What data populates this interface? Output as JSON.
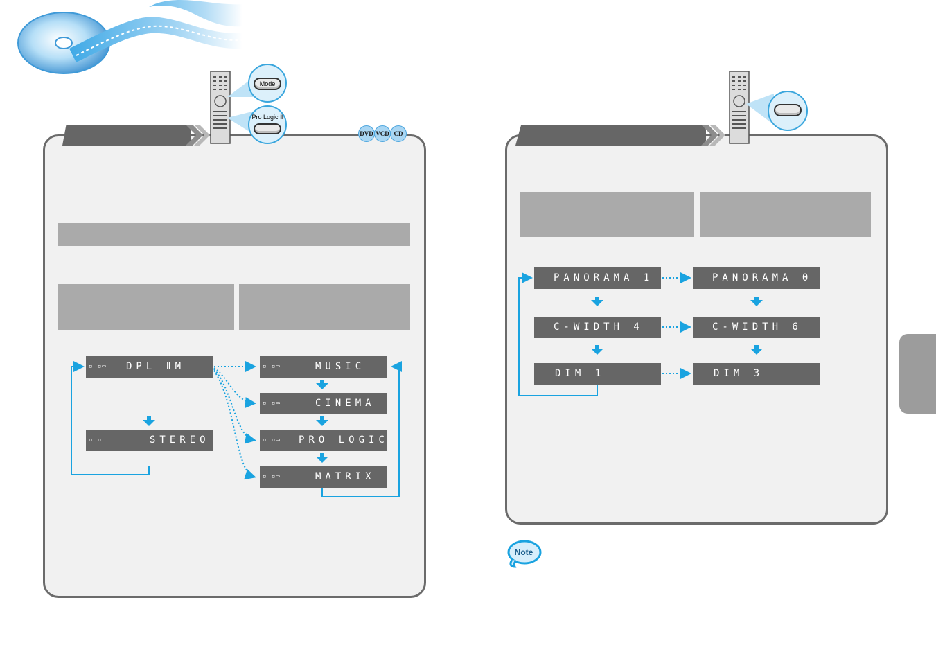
{
  "left_section": {
    "remote_buttons": {
      "mode_label": "Mode",
      "prologic_label": "Pro Logic Ⅱ"
    },
    "disc_badges": [
      "DVD",
      "VCD",
      "CD"
    ],
    "flow": {
      "start": {
        "indicator": "▫ ▫▭",
        "text": "DPL ⅡM"
      },
      "stereo": {
        "indicator": "▫ ▫",
        "text": "STEREO"
      },
      "modes": [
        {
          "indicator": "▫ ▫▭",
          "text": "MUSIC"
        },
        {
          "indicator": "▫ ▫▭",
          "text": "CINEMA"
        },
        {
          "indicator": "▫ ▫▭",
          "text": "PRO LOGIC"
        },
        {
          "indicator": "▫ ▫▭",
          "text": "MATRIX"
        }
      ]
    }
  },
  "right_section": {
    "settings_left": [
      {
        "text": "PANORAMA 1"
      },
      {
        "text": "C-WIDTH 4"
      },
      {
        "text": "DIM 1"
      }
    ],
    "settings_right": [
      {
        "text": "PANORAMA 0"
      },
      {
        "text": "C-WIDTH 6"
      },
      {
        "text": "DIM 3"
      }
    ],
    "note_label": "Note"
  },
  "colors": {
    "accent_blue": "#1aa3e0",
    "panel_border": "#6b6b6b",
    "lcd_bg": "#666666",
    "panel_bg": "#f1f1f1"
  }
}
